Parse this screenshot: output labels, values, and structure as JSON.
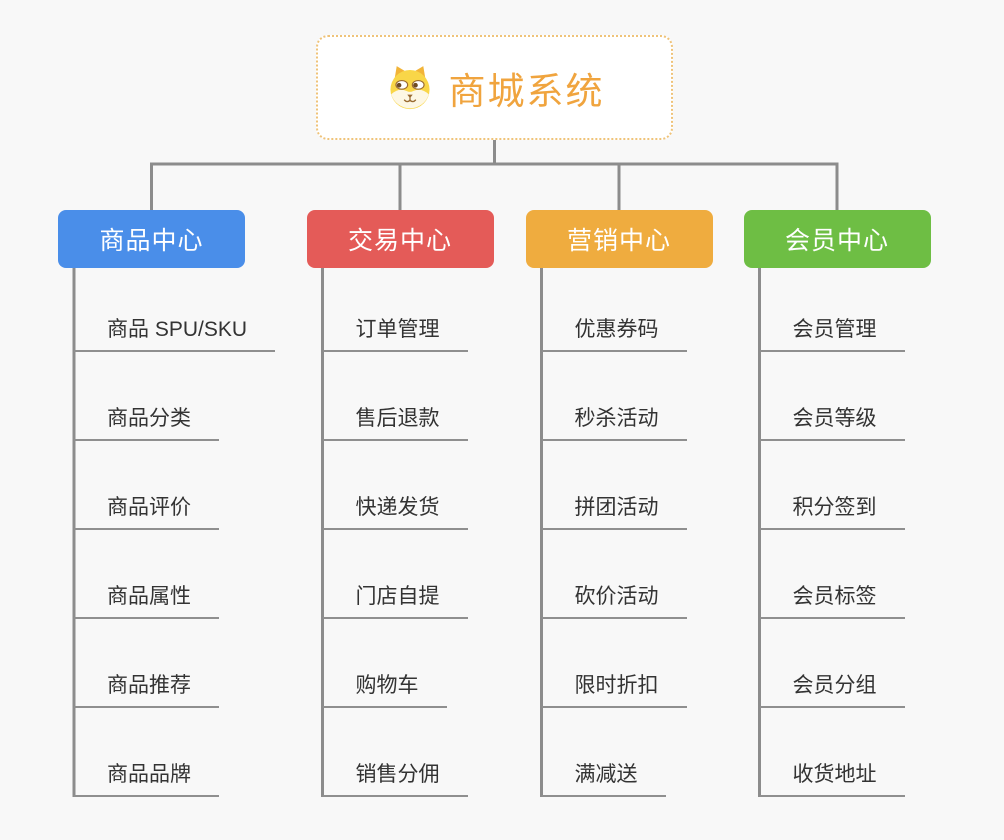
{
  "root": {
    "title": "商城系统",
    "icon": "dog-icon",
    "title_color": "#f0a43e",
    "border_color": "#efc379"
  },
  "connector_color": "#8c8c8c",
  "branches": [
    {
      "label": "商品中心",
      "color": "#4a8ee9",
      "items": [
        "商品 SPU/SKU",
        "商品分类",
        "商品评价",
        "商品属性",
        "商品推荐",
        "商品品牌"
      ]
    },
    {
      "label": "交易中心",
      "color": "#e45b58",
      "items": [
        "订单管理",
        "售后退款",
        "快递发货",
        "门店自提",
        "购物车",
        "销售分佣"
      ]
    },
    {
      "label": "营销中心",
      "color": "#efac3f",
      "items": [
        "优惠券码",
        "秒杀活动",
        "拼团活动",
        "砍价活动",
        "限时折扣",
        "满减送"
      ]
    },
    {
      "label": "会员中心",
      "color": "#6ebe44",
      "items": [
        "会员管理",
        "会员等级",
        "积分签到",
        "会员标签",
        "会员分组",
        "收货地址"
      ]
    }
  ]
}
